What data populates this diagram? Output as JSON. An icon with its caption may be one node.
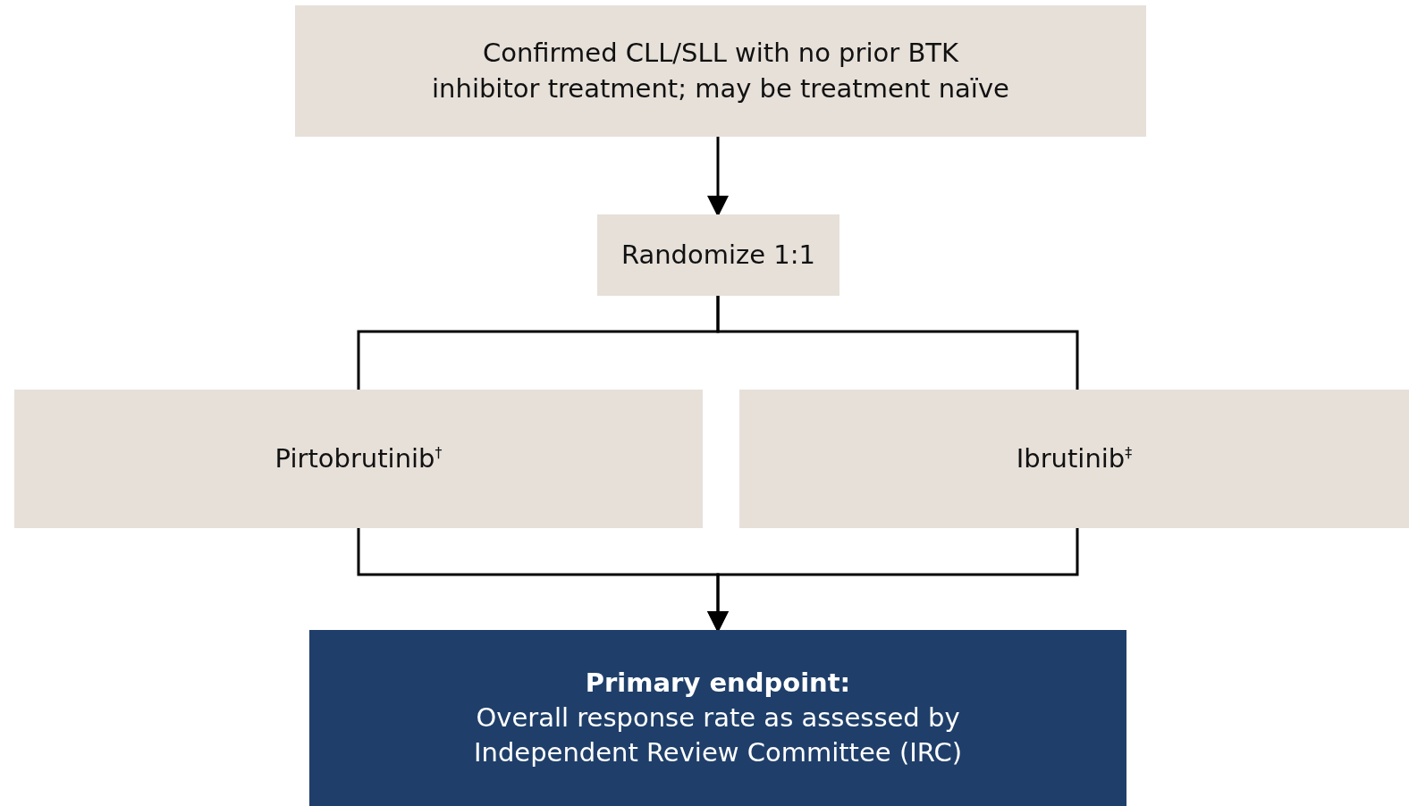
{
  "diagram": {
    "nodes": [
      {
        "text": [
          "Confirmed CLL/SLL with no prior BTK inhibitor treatment; may be treatment naïve"
        ]
      },
      {
        "text": [
          "Randomize 1:1"
        ]
      },
      {
        "text": [
          "Pirtobrutinib$^{†}$"
        ]
      },
      {
        "text": [
          "Ibrutinib$^{‡}$"
        ]
      },
      {
        "text": [
          "Primary endpoint:",
          "Overall response rate as assessed by Independent Review Committee (IRC)"
        ]
      }
    ],
    "edges": [
      {
        "from": 0,
        "to": 1,
        "arrow": "to"
      },
      {
        "from": 1,
        "to": 2,
        "arrow": "none"
      },
      {
        "from": 1,
        "to": 3,
        "arrow": "none"
      },
      {
        "from": 2,
        "to": 4,
        "arrow": "to"
      },
      {
        "from": 3,
        "to": 4,
        "arrow": "to"
      }
    ]
  }
}
